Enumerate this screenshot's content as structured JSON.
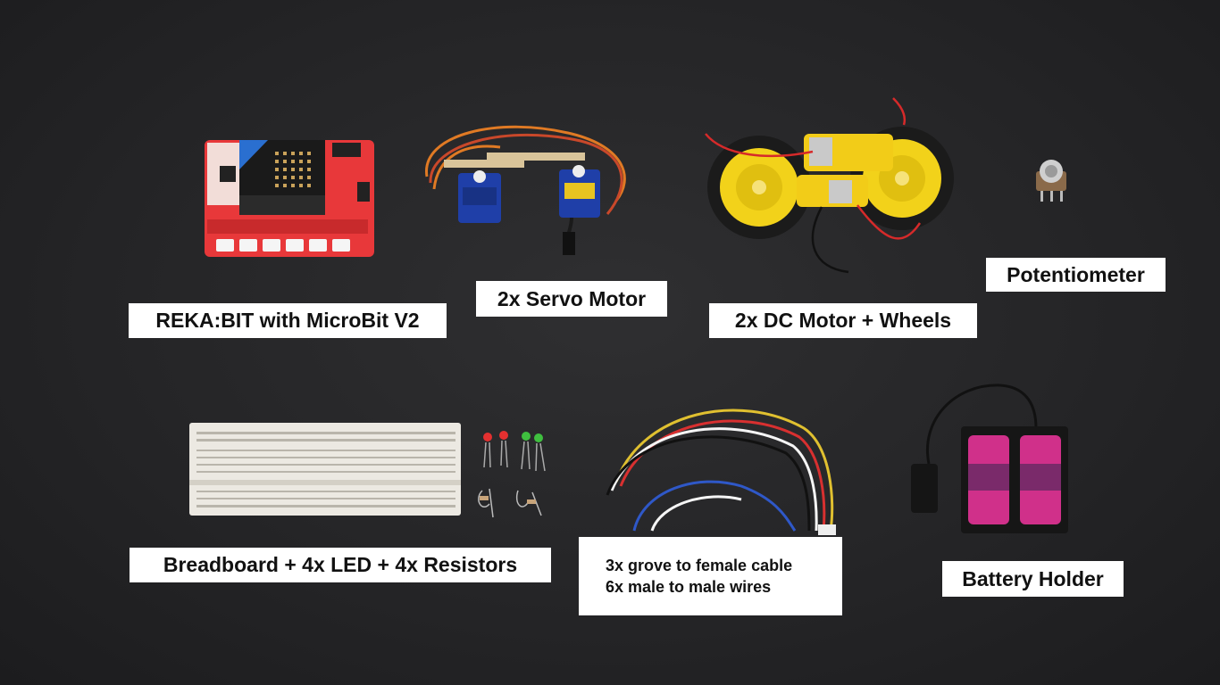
{
  "labels": {
    "rekabit": "REKA:BIT with MicroBit V2",
    "servo": "2x Servo Motor",
    "dc_motor": "2x DC Motor + Wheels",
    "potentiometer": "Potentiometer",
    "breadboard": "Breadboard + 4x LED + 4x Resistors",
    "cables_line1": "3x grove to female cable",
    "cables_line2": "6x male to male wires",
    "battery": "Battery Holder"
  },
  "colors": {
    "background": "#262628",
    "label_background": "#ffffff",
    "label_text": "#111111",
    "board_red": "#e8383a",
    "wheel_yellow": "#f2d21a",
    "servo_blue": "#1f3fa8",
    "battery_pink": "#d0308a"
  }
}
